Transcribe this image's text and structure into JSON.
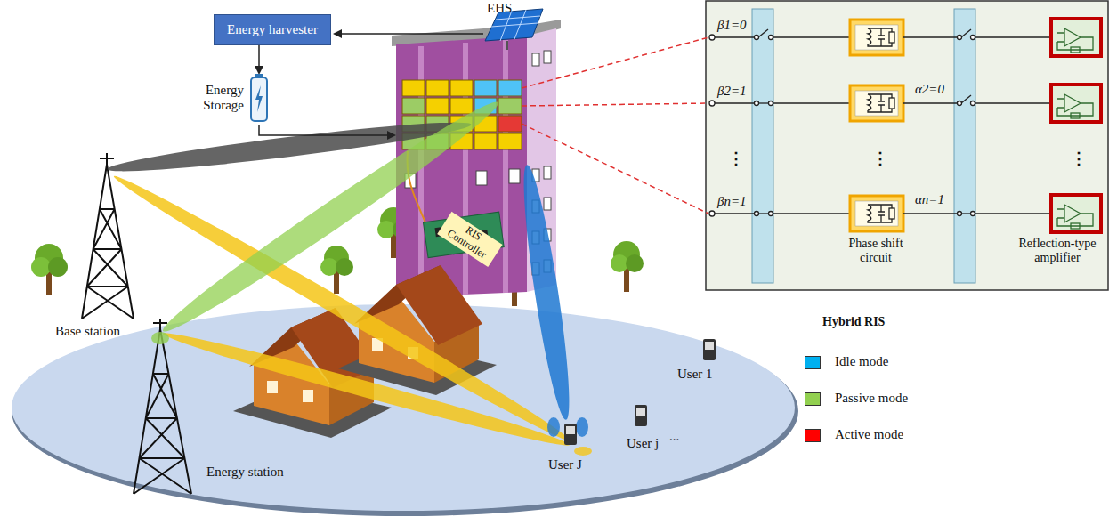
{
  "diagram": {
    "nodes": [
      {
        "text": [
          "Energy harvester"
        ]
      },
      {
        "text": [
          "Energy Storage"
        ]
      }
    ],
    "edges": [
      {
        "from": 0,
        "to": 1,
        "arrow": "to"
      }
    ],
    "labels": [
      "EHS",
      "RIS Controller",
      "Base station",
      "Energy station",
      "User 1",
      "User j",
      "...",
      "User J",
      "β1=0",
      "β2=1",
      "⋮",
      "βn=1",
      "α2=0",
      "αn=1",
      "⋮",
      "⋮",
      "Phase shift circuit",
      "Reflection-type amplifier",
      "Hybrid RIS"
    ],
    "legend": [
      {
        "text": "Idle mode",
        "color": "#00b0f0"
      },
      {
        "text": "Passive mode",
        "color": "#92d050"
      },
      {
        "text": "Active mode",
        "color": "#ff0000"
      }
    ]
  }
}
